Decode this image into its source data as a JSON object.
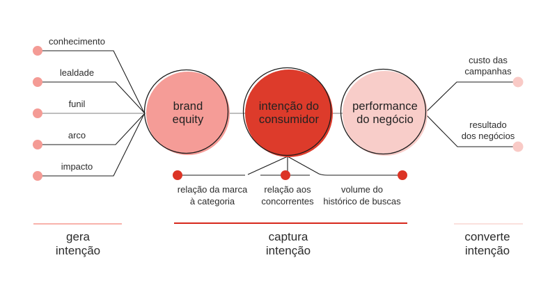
{
  "colors": {
    "background": "#ffffff",
    "line_black": "#1b1b1b",
    "line_gray": "#a9a9a9",
    "text": "#2b2b2b",
    "brand_equity_fill": "#f59c97",
    "consumer_intent_fill": "#dd3b2b",
    "performance_fill": "#f8cdc9",
    "left_dot": "#f49b95",
    "right_dot": "#f9cac6",
    "bottom_dot": "#dc3425",
    "gera_line": "#f5998f",
    "captura_line": "#d6271b",
    "converte_line": "#f8d6d2"
  },
  "left_labels": {
    "items": [
      {
        "label": "conhecimento"
      },
      {
        "label": "lealdade"
      },
      {
        "label": "funil"
      },
      {
        "label": "arco"
      },
      {
        "label": "impacto"
      }
    ]
  },
  "circles": {
    "brand_equity": {
      "line1": "brand",
      "line2": "equity"
    },
    "consumer_intent": {
      "line1": "intenção do",
      "line2": "consumidor"
    },
    "performance": {
      "line1": "performance",
      "line2": "do negócio"
    }
  },
  "right_labels": {
    "custo": {
      "line1": "custo das",
      "line2": "campanhas"
    },
    "resultado": {
      "line1": "resultado",
      "line2": "dos negócios"
    }
  },
  "bottom_labels": {
    "marca_categoria": {
      "line1": "relação da marca",
      "line2": "à categoria"
    },
    "concorrentes": {
      "line1": "relação aos",
      "line2": "concorrentes"
    },
    "historico": {
      "line1": "volume do",
      "line2": "histórico de buscas"
    }
  },
  "sections": {
    "gera": {
      "line1": "gera",
      "line2": "intenção"
    },
    "captura": {
      "line1": "captura",
      "line2": "intenção"
    },
    "converte": {
      "line1": "converte",
      "line2": "intenção"
    }
  }
}
